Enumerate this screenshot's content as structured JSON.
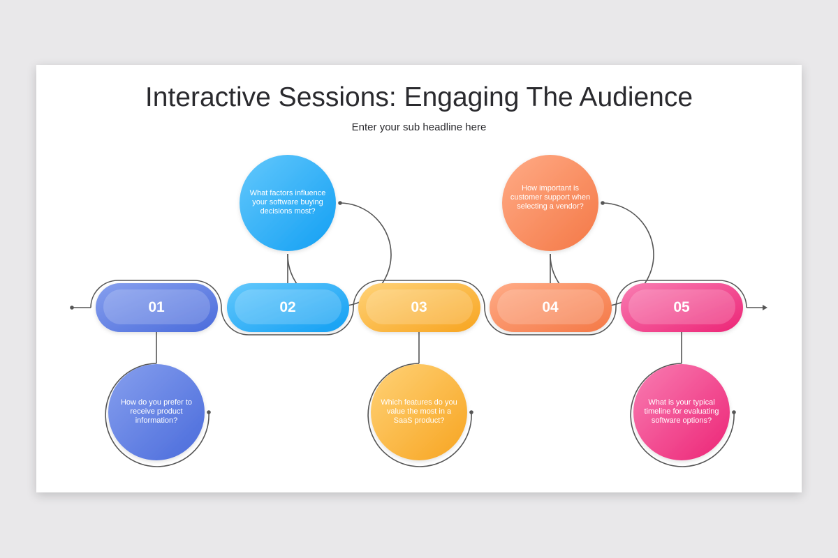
{
  "header": {
    "title": "Interactive Sessions: Engaging The Audience",
    "subtitle": "Enter your sub headline here"
  },
  "steps": [
    {
      "number": "01",
      "question": "How do you prefer to receive product information?",
      "color_light": "#7f9bec",
      "color_dark": "#4f6fdc"
    },
    {
      "number": "02",
      "question": "What factors influence your software buying decisions most?",
      "color_light": "#5cc4fb",
      "color_dark": "#17a2f4"
    },
    {
      "number": "03",
      "question": "Which features do you value the most in a SaaS product?",
      "color_light": "#ffcf6e",
      "color_dark": "#f8a825"
    },
    {
      "number": "04",
      "question": "How important is customer support when selecting a vendor?",
      "color_light": "#ffa47e",
      "color_dark": "#f57d4e"
    },
    {
      "number": "05",
      "question": "What is your typical timeline for evaluating software options?",
      "color_light": "#f873ad",
      "color_dark": "#ee2a7b"
    }
  ]
}
